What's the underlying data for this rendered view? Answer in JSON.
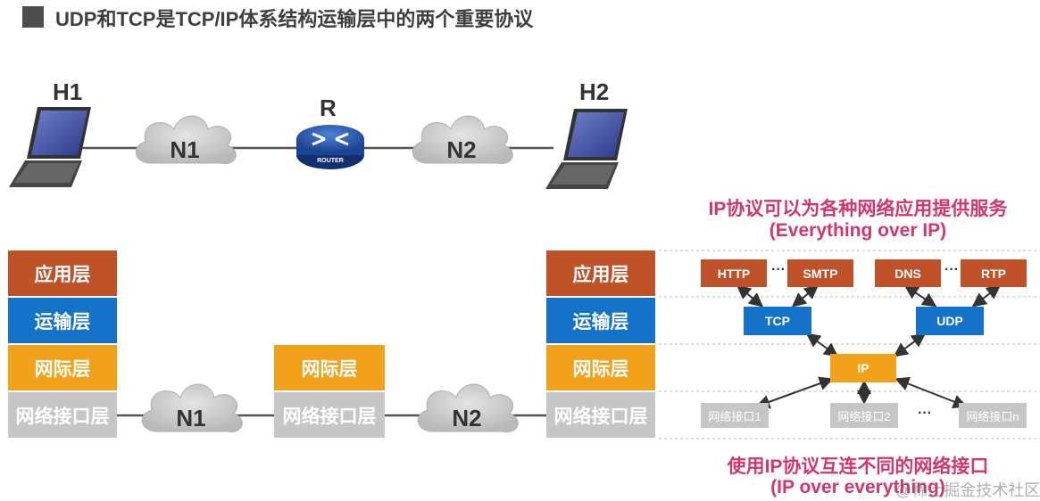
{
  "header": {
    "title": "UDP和TCP是TCP/IP体系结构运输层中的两个重要协议"
  },
  "topology": {
    "h1": "H1",
    "h2": "H2",
    "router": "R",
    "router_badge": "ROUTER",
    "n1": "N1",
    "n2": "N2"
  },
  "stacks": {
    "application": "应用层",
    "transport": "运输层",
    "internet": "网际层",
    "link": "网络接口层"
  },
  "bottom": {
    "n1": "N1",
    "n2": "N2"
  },
  "hourglass": {
    "top_title": "IP协议可以为各种网络应用提供服务",
    "top_subtitle": "(Everything over IP)",
    "apps": [
      "HTTP",
      "SMTP",
      "DNS",
      "RTP"
    ],
    "transports": [
      "TCP",
      "UDP"
    ],
    "ip": "IP",
    "interfaces": [
      "网络接口1",
      "网络接口2",
      "网络接口n"
    ],
    "ellipsis": "···",
    "bottom_title": "使用IP协议互连不同的网络接口",
    "bottom_subtitle": "(IP over everything)"
  },
  "watermark": "@稀土掘金技术社区",
  "colors": {
    "application": "#c0522a",
    "transport": "#1473c8",
    "internet": "#f1a21a",
    "link": "#c6c6c6",
    "accent_text": "#d2366b"
  }
}
